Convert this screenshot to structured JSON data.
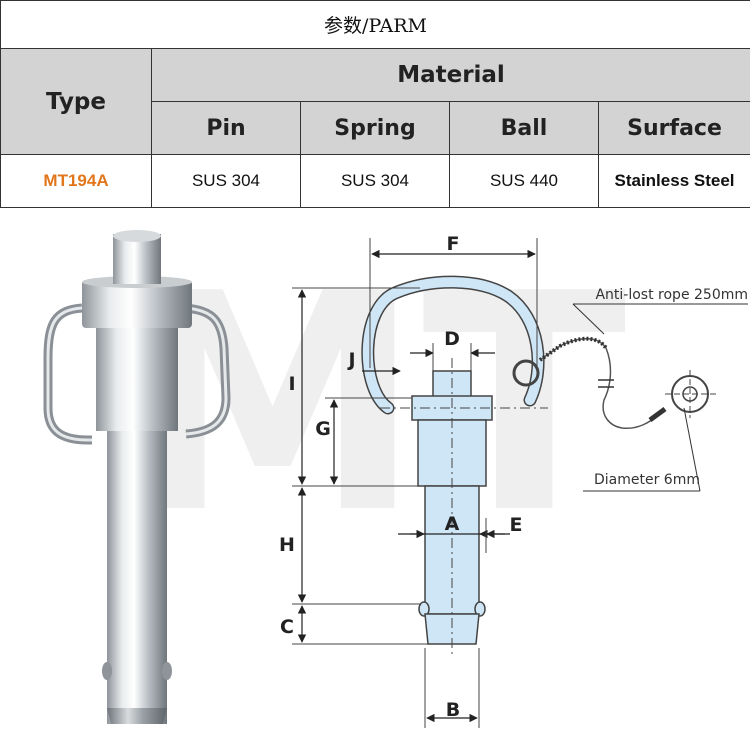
{
  "table": {
    "title": "参数/PARM",
    "type_header": "Type",
    "material_header": "Material",
    "columns": [
      "Pin",
      "Spring",
      "Ball",
      "Surface"
    ],
    "rows": [
      {
        "type": "MT194A",
        "pin": "SUS 304",
        "spring": "SUS 304",
        "ball": "SUS 440",
        "surface": "Stainless Steel"
      }
    ]
  },
  "figure": {
    "watermark": "MT",
    "dimensions": {
      "F": "F",
      "D": "D",
      "J": "J",
      "I": "I",
      "G": "G",
      "A": "A",
      "E": "E",
      "H": "H",
      "C": "C",
      "B": "B"
    },
    "rope_label": "Anti-lost rope 250mm",
    "diameter_label": "Diameter 6mm"
  },
  "colors": {
    "header_bg": "#d3d3d3",
    "model_orange": "#e2761b",
    "drawing_blue": "#cfe6f7",
    "drawing_outline": "#444444"
  }
}
